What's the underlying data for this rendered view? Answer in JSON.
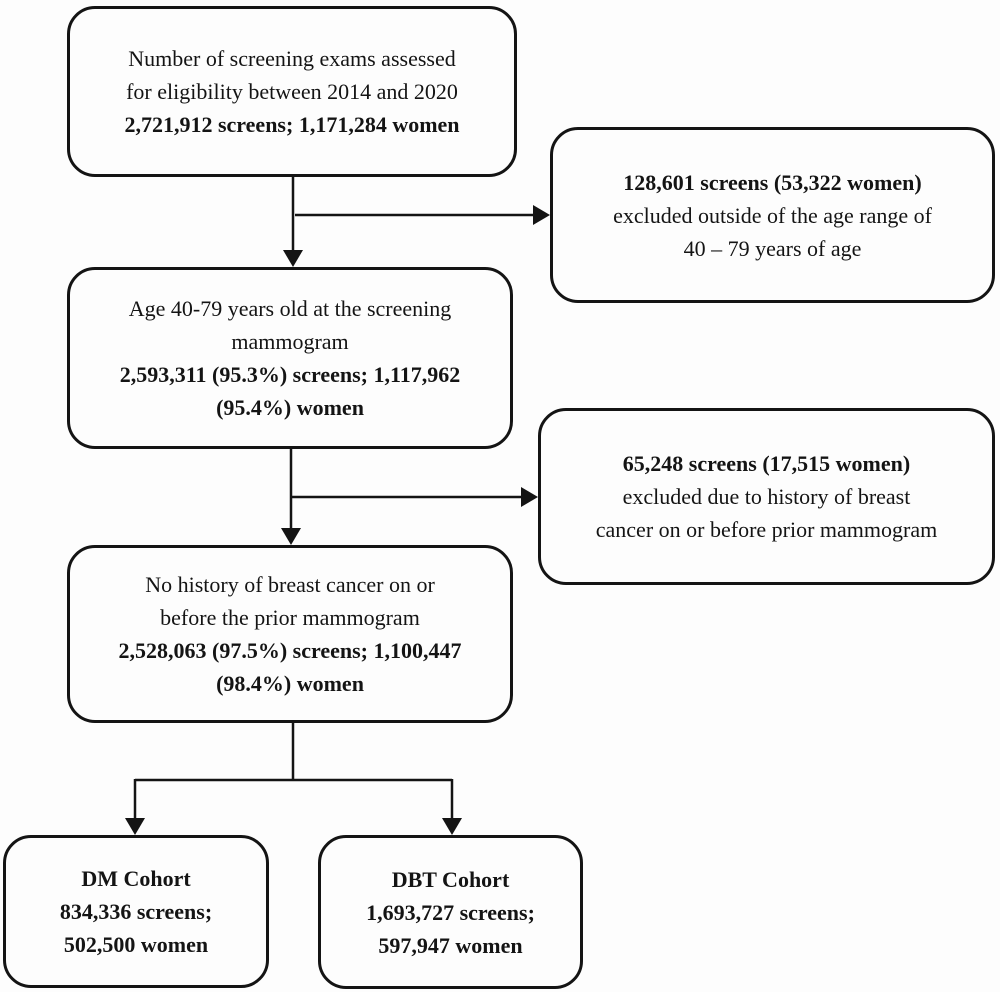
{
  "figure": {
    "type": "flow-diagram",
    "description": "Screening exam cohort selection flowchart 2014-2020"
  },
  "colors": {
    "border": "#141414",
    "text": "#141414",
    "background": "#fdfdfd"
  },
  "boxes": {
    "eligibility": {
      "text_line1": "Number of screening exams assessed",
      "text_line2": "for eligibility between 2014 and 2020",
      "stats_line1": "2,721,912 screens; 1,171,284 women"
    },
    "excluded_age": {
      "stats_line1": "128,601 screens (53,322 women)",
      "text_line1": "excluded outside of the age range of",
      "text_line2": "40 – 79 years of age"
    },
    "age_40_79": {
      "text_line1": "Age 40-79 years old at the screening",
      "text_line2": "mammogram",
      "stats_line1": "2,593,311 (95.3%) screens; 1,117,962",
      "stats_line2": "(95.4%) women"
    },
    "excluded_history": {
      "stats_line1": "65,248 screens (17,515 women)",
      "text_line1": "excluded due to history of breast",
      "text_line2": "cancer on or before prior mammogram"
    },
    "no_history": {
      "text_line1": "No history of breast cancer on or",
      "text_line2": "before the prior mammogram",
      "stats_line1": "2,528,063 (97.5%) screens; 1,100,447",
      "stats_line2": "(98.4%) women"
    },
    "dm_cohort": {
      "stats_line1": "DM Cohort",
      "stats_line2": "834,336 screens;",
      "stats_line3": "502,500 women"
    },
    "dbt_cohort": {
      "stats_line1": "DBT Cohort",
      "stats_line2": "1,693,727 screens;",
      "stats_line3": "597,947 women"
    }
  }
}
